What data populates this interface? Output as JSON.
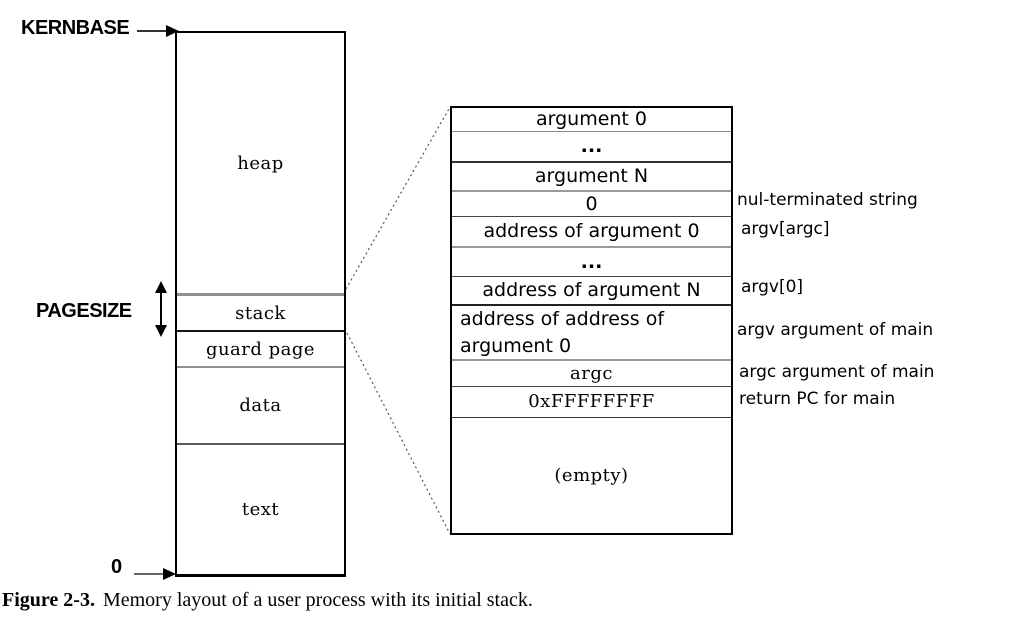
{
  "colors": {
    "ink": "#000000",
    "line_gray": "#999999",
    "background": "#ffffff"
  },
  "labels": {
    "kernbase": "KERNBASE",
    "pagesize": "PAGESIZE",
    "zero": "0"
  },
  "memory_box": {
    "regions": [
      {
        "label": "heap"
      },
      {
        "label": "stack"
      },
      {
        "label": "guard page"
      },
      {
        "label": "data"
      },
      {
        "label": "text"
      }
    ]
  },
  "stack_detail": {
    "rows": [
      {
        "label": "argument 0"
      },
      {
        "label": "..."
      },
      {
        "label": "argument N"
      },
      {
        "label": "0"
      },
      {
        "label": "address of argument 0"
      },
      {
        "label": "..."
      },
      {
        "label": "address of argument N"
      },
      {
        "label": "address of address of argument 0"
      },
      {
        "label": "argc"
      },
      {
        "label": "0xFFFFFFFF"
      },
      {
        "label": "(empty)"
      }
    ],
    "annotations": [
      {
        "text": "nul-terminated string"
      },
      {
        "text": "argv[argc]"
      },
      {
        "text": "argv[0]"
      },
      {
        "text": "argv argument of main"
      },
      {
        "text": "argc argument of main"
      },
      {
        "text": "return PC for main"
      }
    ]
  },
  "caption": {
    "figure_label": "Figure 2-3.",
    "text": "Memory layout of a user process with its initial stack."
  }
}
